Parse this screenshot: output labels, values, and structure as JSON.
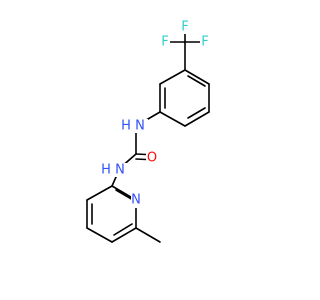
{
  "molecule": {
    "atom_labels": {
      "f_top": "F",
      "f_left": "F",
      "f_right": "F",
      "nh_upper_n": "N",
      "nh_upper_h": "H",
      "nh_lower_n": "N",
      "nh_lower_h": "H",
      "oxygen": "O",
      "pyridine_n": "N"
    },
    "colors": {
      "bond": "#000000",
      "fluorine": "#33cccc",
      "nitrogen": "#3050f8",
      "oxygen": "#ff0d0d"
    }
  }
}
